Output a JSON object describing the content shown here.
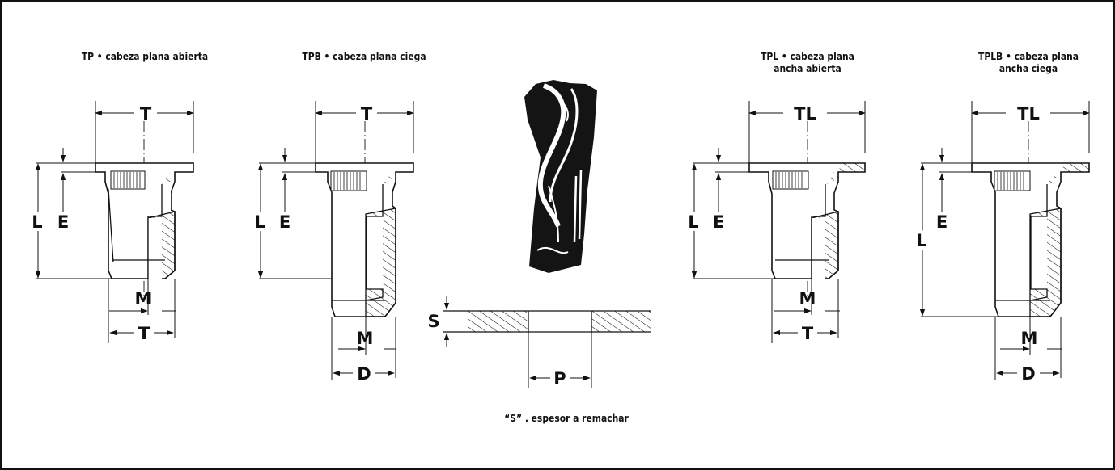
{
  "captions": {
    "tp": [
      "TP • cabeza plana abierta"
    ],
    "tpb": [
      "TPB • cabeza plana ciega"
    ],
    "tpl": [
      "TPL • cabeza plana",
      "ancha abierta"
    ],
    "tplb": [
      "TPLB • cabeza plana",
      "ancha ciega"
    ]
  },
  "dims": {
    "t": "T",
    "tl": "TL",
    "l": "L",
    "e": "E",
    "m": "M",
    "d": "D",
    "s": "S",
    "p": "P"
  },
  "footnote": "“S” . espesor a remachar",
  "colors": {
    "ink": "#111111",
    "paper": "#ffffff"
  }
}
